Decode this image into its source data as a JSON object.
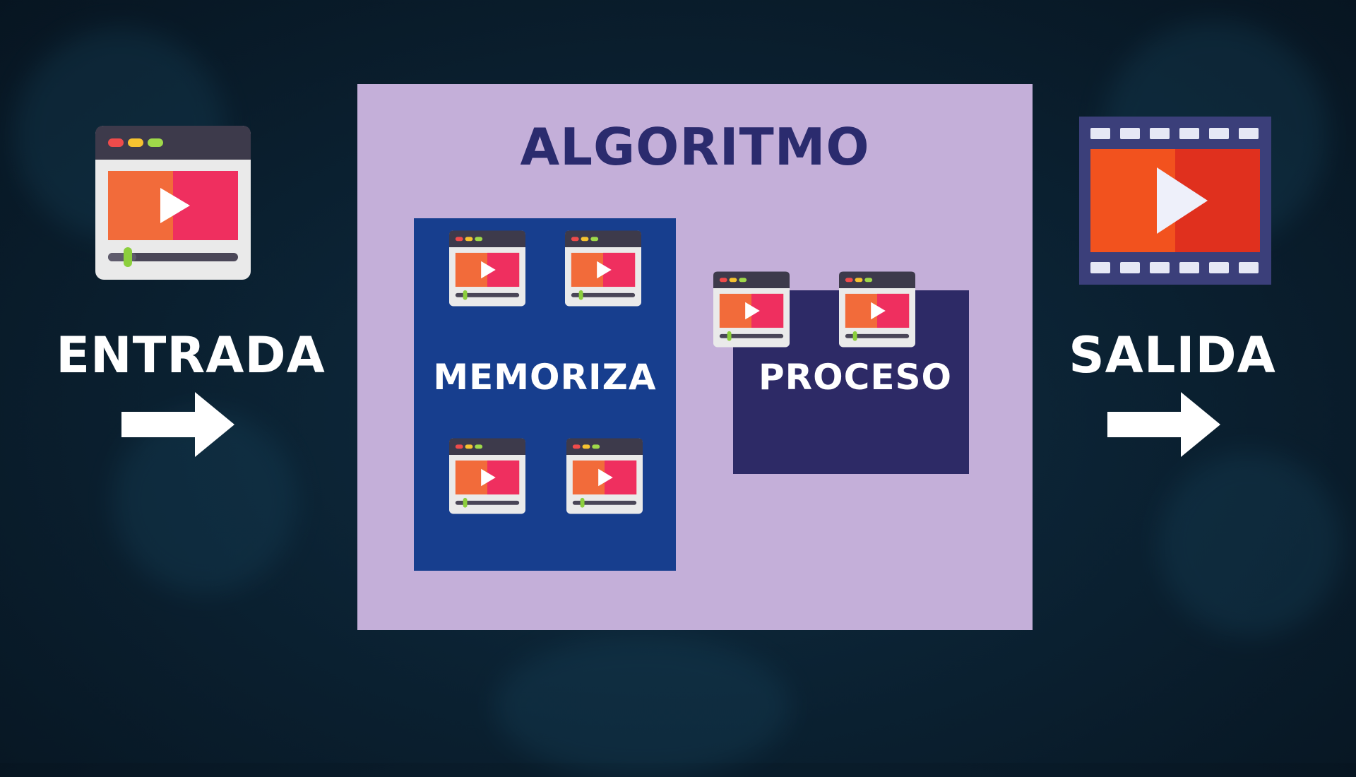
{
  "diagram": {
    "input_label": "ENTRADA",
    "algorithm_title": "ALGORITMO",
    "memorize_label": "MEMORIZA",
    "process_label": "PROCESO",
    "output_label": "SALIDA"
  },
  "colors": {
    "algorithm_bg": "#c4afd9",
    "memorize_bg": "#173e8e",
    "process_bg": "#2d2a66",
    "title_text": "#2b2b6e",
    "video_orange": "#f26b3a",
    "video_red": "#ef2f5f",
    "film_red": "#e0301e"
  }
}
